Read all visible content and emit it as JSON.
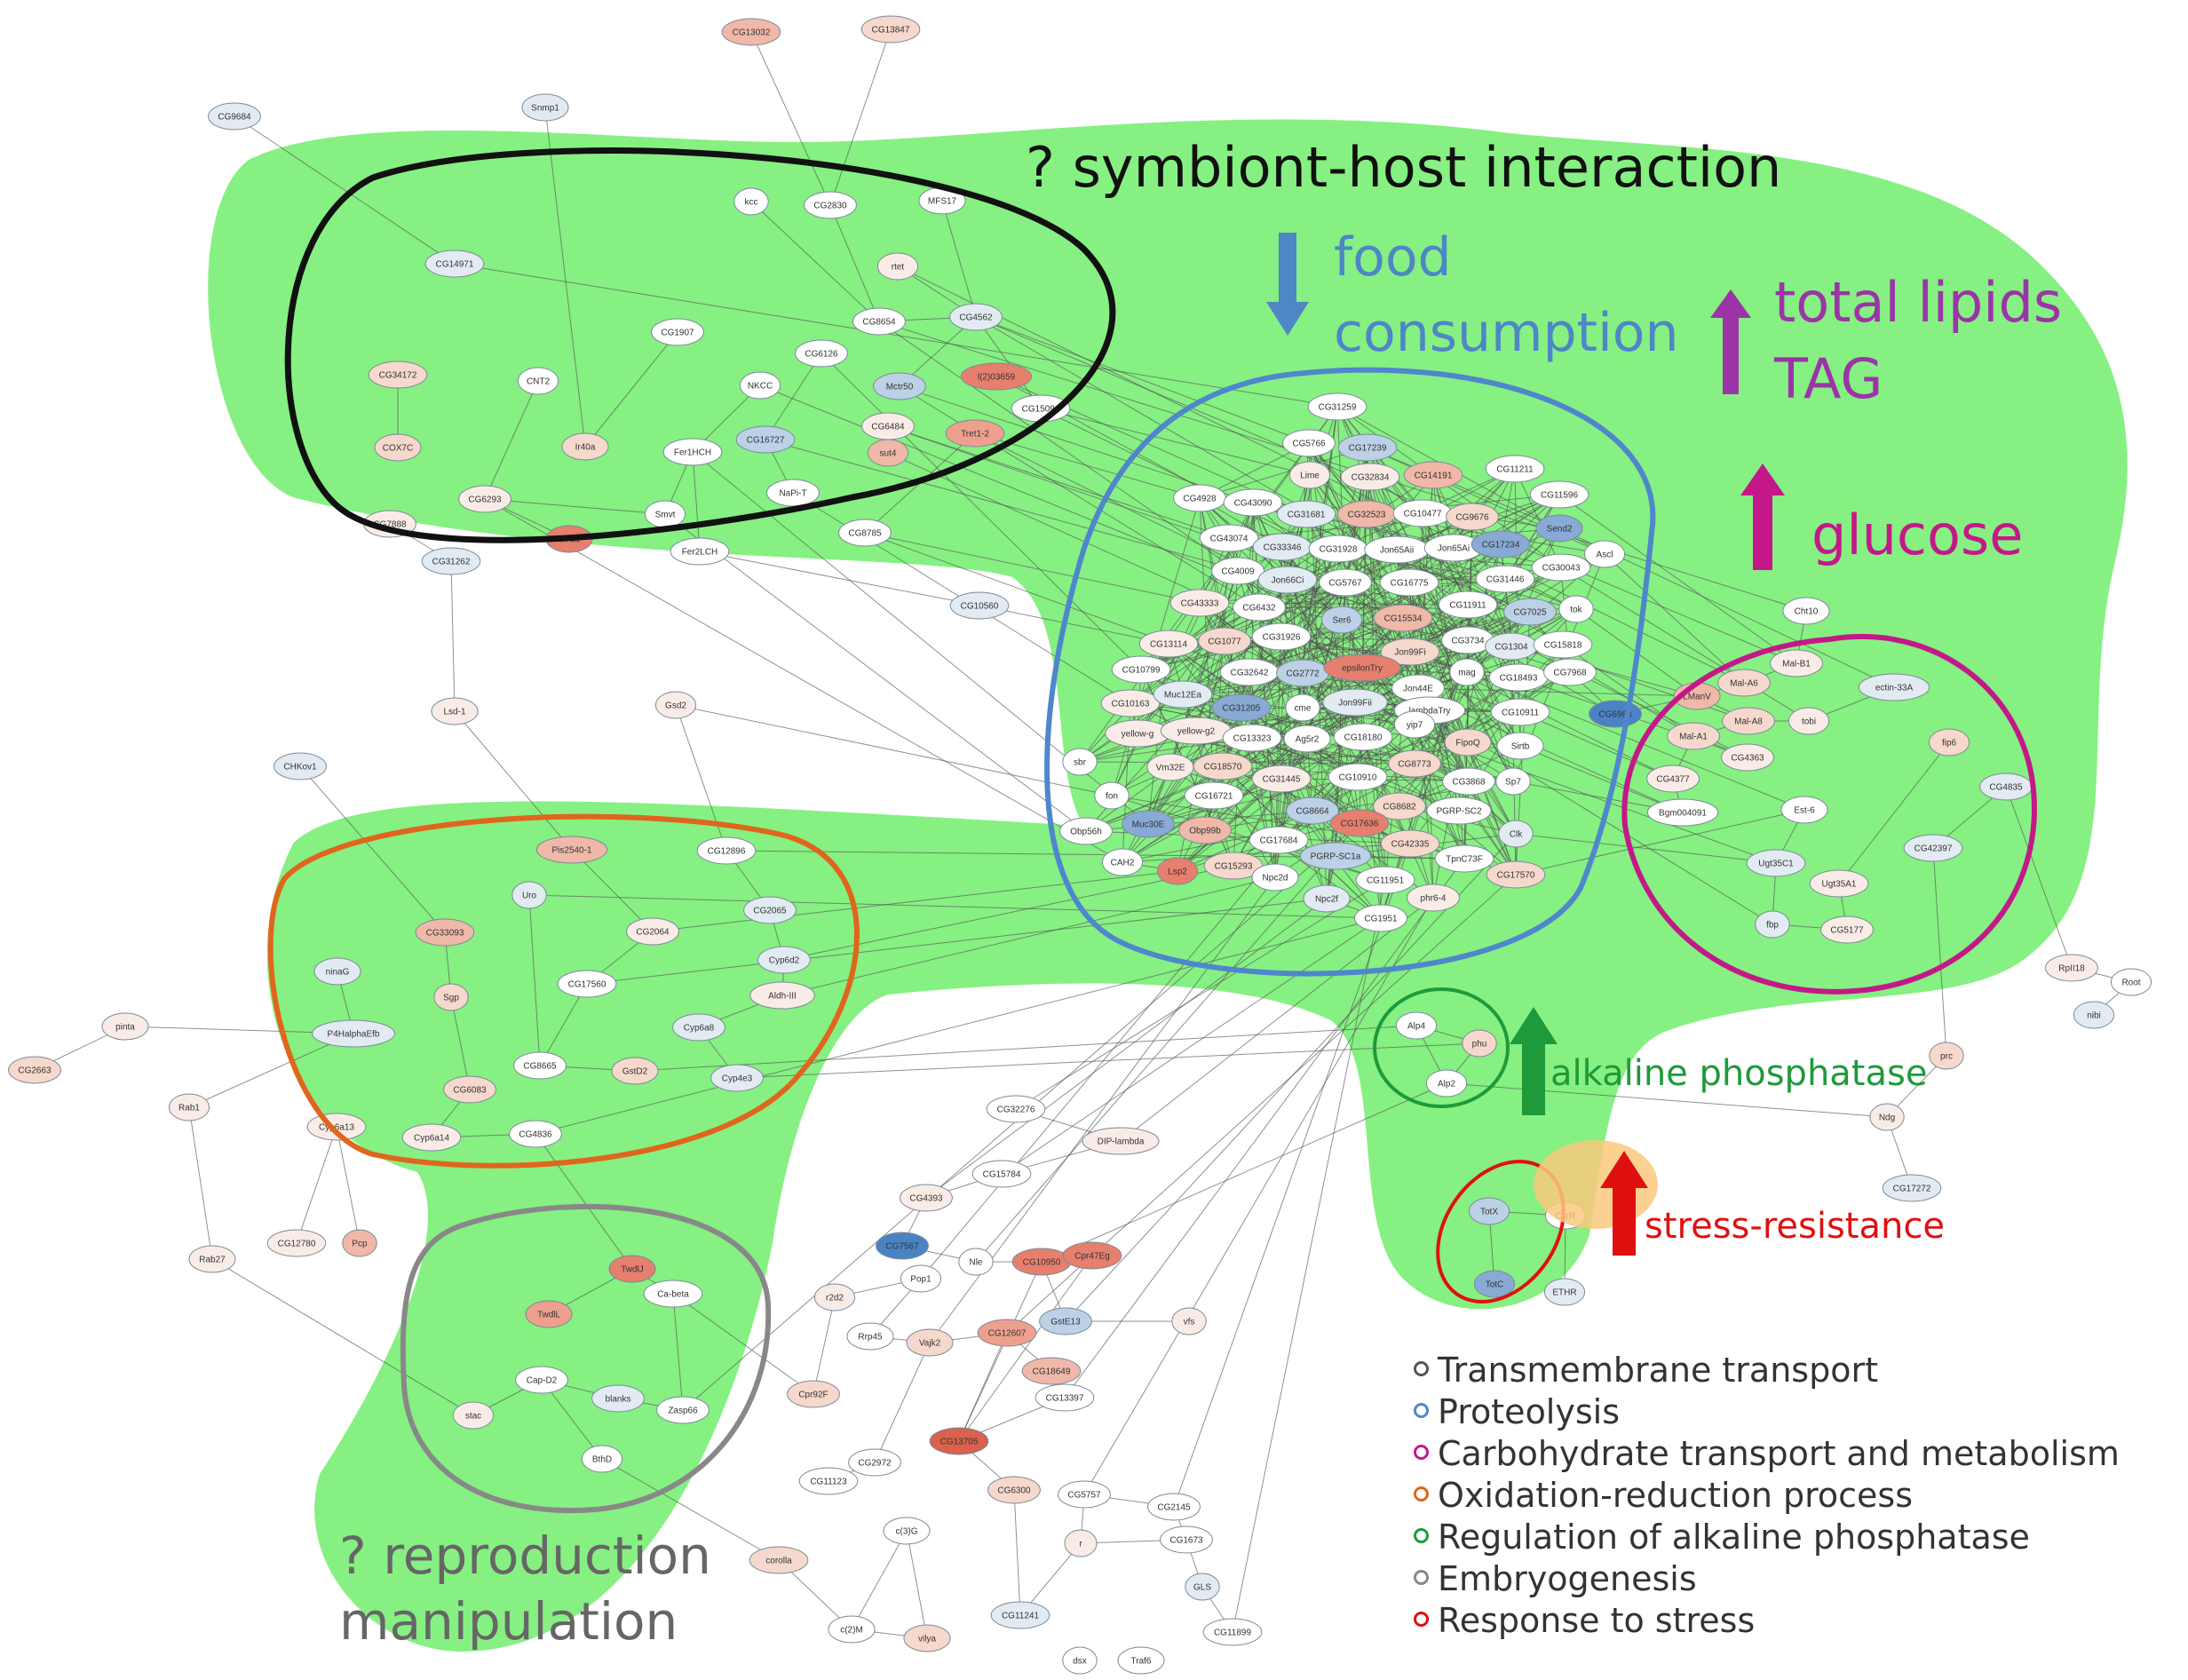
{
  "annotations": {
    "symbiont": "? symbiont-host interaction",
    "food_line1": "food",
    "food_line2": "consumption",
    "lipids_line1": "total lipids",
    "lipids_line2": "TAG",
    "glucose": "glucose",
    "alkaline": "alkaline phosphatase",
    "stress": "stress-resistance",
    "reproduction_line1": "? reproduction",
    "reproduction_line2": "manipulation"
  },
  "colors": {
    "background_region": "#86f082",
    "transmembrane_transport": "#111111",
    "proteolysis": "#4f86cc",
    "carbohydrate": "#c4188a",
    "oxidation_reduction": "#e0651d",
    "alkaline_phosphatase": "#1f9a3a",
    "embryogenesis": "#888888",
    "stress": "#e01010",
    "arrow_food": "#4e86c6",
    "arrow_lipids": "#9b34a8",
    "arrow_glucose": "#c4188a",
    "arrow_alkaline": "#1f9a3a",
    "arrow_stress": "#e01010"
  },
  "legend": [
    {
      "label": "Transmembrane transport",
      "color": "#555555"
    },
    {
      "label": "Proteolysis",
      "color": "#4f86cc"
    },
    {
      "label": "Carbohydrate transport and metabolism",
      "color": "#c4188a"
    },
    {
      "label": "Oxidation-reduction process",
      "color": "#e0651d"
    },
    {
      "label": "Regulation of alkaline phosphatase",
      "color": "#1f9a3a"
    },
    {
      "label": "Embryogenesis",
      "color": "#888888"
    },
    {
      "label": "Response to stress",
      "color": "#e01010"
    }
  ],
  "nodes": [
    {
      "label": "CG13032",
      "color": "#f0b8a8"
    },
    {
      "label": "CG13847",
      "color": "#f6d8cc"
    },
    {
      "label": "CG9684",
      "color": "#e3ebf2"
    },
    {
      "label": "Snmp1",
      "color": "#e3ebf2"
    },
    {
      "label": "kcc",
      "color": "#ffffff"
    },
    {
      "label": "CG2830",
      "color": "#ffffff"
    },
    {
      "label": "MFS17",
      "color": "#ffffff"
    },
    {
      "label": "CG14971",
      "color": "#e3ebf2"
    },
    {
      "label": "rtet",
      "color": "#f9ece6"
    },
    {
      "label": "CG1907",
      "color": "#ffffff"
    },
    {
      "label": "CG8654",
      "color": "#ffffff"
    },
    {
      "label": "CG4562",
      "color": "#e3ebf2"
    },
    {
      "label": "CG34172",
      "color": "#f6d8cc"
    },
    {
      "label": "CNT2",
      "color": "#ffffff"
    },
    {
      "label": "CG6126",
      "color": "#ffffff"
    },
    {
      "label": "NKCC",
      "color": "#ffffff"
    },
    {
      "label": "Mctr50",
      "color": "#bcd0e6"
    },
    {
      "label": "l(2)03659",
      "color": "#e77f6e"
    },
    {
      "label": "CG15096",
      "color": "#ffffff"
    },
    {
      "label": "CG6484",
      "color": "#f9ece6"
    },
    {
      "label": "Tret1-2",
      "color": "#eea08e"
    },
    {
      "label": "COX7C",
      "color": "#f6d8cc"
    },
    {
      "label": "Ir40a",
      "color": "#f6d8cc"
    },
    {
      "label": "Fer1HCH",
      "color": "#ffffff"
    },
    {
      "label": "CG16727",
      "color": "#bcd0e6"
    },
    {
      "label": "sut4",
      "color": "#f0b8a8"
    },
    {
      "label": "NaPi-T",
      "color": "#ffffff"
    },
    {
      "label": "CG6293",
      "color": "#f9ece6"
    },
    {
      "label": "Smvt",
      "color": "#ffffff"
    },
    {
      "label": "CG8785",
      "color": "#ffffff"
    },
    {
      "label": "CG7888",
      "color": "#f9ece6"
    },
    {
      "label": "Ir76a",
      "color": "#e77f6e"
    },
    {
      "label": "CG31262",
      "color": "#e3ebf2"
    },
    {
      "label": "Fer2LCH",
      "color": "#ffffff"
    },
    {
      "label": "CG10560",
      "color": "#e3ebf2"
    },
    {
      "label": "Lsd-1",
      "color": "#f9ece6"
    },
    {
      "label": "Gsd2",
      "color": "#f9ece6"
    },
    {
      "label": "CHKov1",
      "color": "#e3ebf2"
    },
    {
      "label": "Pis2540-1",
      "color": "#f0b8a8"
    },
    {
      "label": "CG12896",
      "color": "#ffffff"
    },
    {
      "label": "Uro",
      "color": "#e3ebf2"
    },
    {
      "label": "CG2065",
      "color": "#e3ebf2"
    },
    {
      "label": "CG33093",
      "color": "#f0b8a8"
    },
    {
      "label": "CG2064",
      "color": "#f9ece6"
    },
    {
      "label": "ninaG",
      "color": "#e3ebf2"
    },
    {
      "label": "Cyp6d2",
      "color": "#e3ebf2"
    },
    {
      "label": "Sgp",
      "color": "#f6d8cc"
    },
    {
      "label": "CG17560",
      "color": "#ffffff"
    },
    {
      "label": "Aldh-III",
      "color": "#f9ece6"
    },
    {
      "label": "P4HalphaEfb",
      "color": "#e3ebf2"
    },
    {
      "label": "Cyp6a8",
      "color": "#e3ebf2"
    },
    {
      "label": "pinta",
      "color": "#f9ece6"
    },
    {
      "label": "CG2663",
      "color": "#f6d8cc"
    },
    {
      "label": "CG8665",
      "color": "#ffffff"
    },
    {
      "label": "GstD2",
      "color": "#f6d8cc"
    },
    {
      "label": "Cyp4e3",
      "color": "#e3ebf2"
    },
    {
      "label": "CG6083",
      "color": "#f6d8cc"
    },
    {
      "label": "Rab1",
      "color": "#f9ece6"
    },
    {
      "label": "Cyp6a13",
      "color": "#f9ece6"
    },
    {
      "label": "Cyp6a14",
      "color": "#f9ece6"
    },
    {
      "label": "CG4836",
      "color": "#ffffff"
    },
    {
      "label": "CG12780",
      "color": "#f9ece6"
    },
    {
      "label": "Pcp",
      "color": "#f0b8a8"
    },
    {
      "label": "Rab27",
      "color": "#f9ece6"
    },
    {
      "label": "TwdlJ",
      "color": "#e77f6e"
    },
    {
      "label": "TwdlL",
      "color": "#eea08e"
    },
    {
      "label": "Ca-beta",
      "color": "#ffffff"
    },
    {
      "label": "Cap-D2",
      "color": "#ffffff"
    },
    {
      "label": "blanks",
      "color": "#e3ebf2"
    },
    {
      "label": "Zasp66",
      "color": "#ffffff"
    },
    {
      "label": "stac",
      "color": "#f9ece6"
    },
    {
      "label": "BthD",
      "color": "#ffffff"
    },
    {
      "label": "CG31259",
      "color": "#ffffff"
    },
    {
      "label": "CG5766",
      "color": "#ffffff"
    },
    {
      "label": "CG17239",
      "color": "#bcd0e6"
    },
    {
      "label": "Lime",
      "color": "#f9ece6"
    },
    {
      "label": "CG32834",
      "color": "#f9ece6"
    },
    {
      "label": "CG14191",
      "color": "#f0b8a8"
    },
    {
      "label": "CG11211",
      "color": "#ffffff"
    },
    {
      "label": "CG4928",
      "color": "#ffffff"
    },
    {
      "label": "CG43090",
      "color": "#ffffff"
    },
    {
      "label": "CG31681",
      "color": "#e3ebf2"
    },
    {
      "label": "CG32523",
      "color": "#f0b8a8"
    },
    {
      "label": "CG10477",
      "color": "#ffffff"
    },
    {
      "label": "CG9676",
      "color": "#f6d8cc"
    },
    {
      "label": "CG11596",
      "color": "#ffffff"
    },
    {
      "label": "CG43074",
      "color": "#ffffff"
    },
    {
      "label": "CG33346",
      "color": "#e3ebf2"
    },
    {
      "label": "CG31928",
      "color": "#ffffff"
    },
    {
      "label": "Jon65Aii",
      "color": "#ffffff"
    },
    {
      "label": "Jon65Ai",
      "color": "#ffffff"
    },
    {
      "label": "CG17234",
      "color": "#88aad4"
    },
    {
      "label": "Send2",
      "color": "#88aad4"
    },
    {
      "label": "CG4009",
      "color": "#ffffff"
    },
    {
      "label": "Jon66Ci",
      "color": "#e3ebf2"
    },
    {
      "label": "CG5767",
      "color": "#ffffff"
    },
    {
      "label": "CG16775",
      "color": "#ffffff"
    },
    {
      "label": "CG31446",
      "color": "#ffffff"
    },
    {
      "label": "CG30043",
      "color": "#ffffff"
    },
    {
      "label": "Ascl",
      "color": "#ffffff"
    },
    {
      "label": "CG43333",
      "color": "#f9ece6"
    },
    {
      "label": "CG6432",
      "color": "#ffffff"
    },
    {
      "label": "Ser6",
      "color": "#bcd0e6"
    },
    {
      "label": "CG15534",
      "color": "#f0b8a8"
    },
    {
      "label": "CG11911",
      "color": "#ffffff"
    },
    {
      "label": "CG7025",
      "color": "#bcd0e6"
    },
    {
      "label": "tok",
      "color": "#ffffff"
    },
    {
      "label": "CG13114",
      "color": "#f9ece6"
    },
    {
      "label": "CG1077",
      "color": "#f6d8cc"
    },
    {
      "label": "CG31926",
      "color": "#ffffff"
    },
    {
      "label": "Jon99Fi",
      "color": "#f6d8cc"
    },
    {
      "label": "CG3734",
      "color": "#ffffff"
    },
    {
      "label": "CG1304",
      "color": "#e3ebf2"
    },
    {
      "label": "CG15818",
      "color": "#ffffff"
    },
    {
      "label": "CG10799",
      "color": "#ffffff"
    },
    {
      "label": "CG32642",
      "color": "#ffffff"
    },
    {
      "label": "CG2772",
      "color": "#bcd0e6"
    },
    {
      "label": "epsilonTry",
      "color": "#e77f6e"
    },
    {
      "label": "Jon44E",
      "color": "#ffffff"
    },
    {
      "label": "mag",
      "color": "#ffffff"
    },
    {
      "label": "CG18493",
      "color": "#ffffff"
    },
    {
      "label": "CG7968",
      "color": "#ffffff"
    },
    {
      "label": "CG10163",
      "color": "#f9ece6"
    },
    {
      "label": "Muc12Ea",
      "color": "#e3ebf2"
    },
    {
      "label": "CG31205",
      "color": "#88aad4"
    },
    {
      "label": "cme",
      "color": "#ffffff"
    },
    {
      "label": "Jon99Fii",
      "color": "#e3ebf2"
    },
    {
      "label": "lambdaTry",
      "color": "#ffffff"
    },
    {
      "label": "CG10911",
      "color": "#ffffff"
    },
    {
      "label": "yellow-g",
      "color": "#f9ece6"
    },
    {
      "label": "yellow-g2",
      "color": "#f9ece6"
    },
    {
      "label": "CG13323",
      "color": "#ffffff"
    },
    {
      "label": "Ag5r2",
      "color": "#ffffff"
    },
    {
      "label": "CG18180",
      "color": "#ffffff"
    },
    {
      "label": "yip7",
      "color": "#ffffff"
    },
    {
      "label": "FipoQ",
      "color": "#f6d8cc"
    },
    {
      "label": "Sirtb",
      "color": "#ffffff"
    },
    {
      "label": "sbr",
      "color": "#ffffff"
    },
    {
      "label": "Vm32E",
      "color": "#f9ece6"
    },
    {
      "label": "CG18570",
      "color": "#f6d8cc"
    },
    {
      "label": "CG31445",
      "color": "#f9ece6"
    },
    {
      "label": "CG10910",
      "color": "#ffffff"
    },
    {
      "label": "CG8773",
      "color": "#f6d8cc"
    },
    {
      "label": "CG3868",
      "color": "#ffffff"
    },
    {
      "label": "Sp7",
      "color": "#ffffff"
    },
    {
      "label": "fon",
      "color": "#ffffff"
    },
    {
      "label": "CG16721",
      "color": "#ffffff"
    },
    {
      "label": "CG8664",
      "color": "#bcd0e6"
    },
    {
      "label": "CG8682",
      "color": "#f6d8cc"
    },
    {
      "label": "PGRP-SC2",
      "color": "#ffffff"
    },
    {
      "label": "Obp56h",
      "color": "#ffffff"
    },
    {
      "label": "Muc30E",
      "color": "#88aad4"
    },
    {
      "label": "Obp99b",
      "color": "#f0b8a8"
    },
    {
      "label": "CG17684",
      "color": "#ffffff"
    },
    {
      "label": "CG17636",
      "color": "#e77f6e"
    },
    {
      "label": "CG42335",
      "color": "#f6d8cc"
    },
    {
      "label": "Clk",
      "color": "#e3ebf2"
    },
    {
      "label": "CAH2",
      "color": "#ffffff"
    },
    {
      "label": "Lsp2",
      "color": "#e77f6e"
    },
    {
      "label": "CG15293",
      "color": "#f6d8cc"
    },
    {
      "label": "Npc2d",
      "color": "#ffffff"
    },
    {
      "label": "PGRP-SC1a",
      "color": "#bcd0e6"
    },
    {
      "label": "CG11951",
      "color": "#ffffff"
    },
    {
      "label": "TpnC73F",
      "color": "#ffffff"
    },
    {
      "label": "CG17570",
      "color": "#f6d8cc"
    },
    {
      "label": "Npc2f",
      "color": "#e3ebf2"
    },
    {
      "label": "phr6-4",
      "color": "#f9ece6"
    },
    {
      "label": "CG1951",
      "color": "#ffffff"
    },
    {
      "label": "Cht10",
      "color": "#ffffff"
    },
    {
      "label": "Mal-B1",
      "color": "#f9ece6"
    },
    {
      "label": "Mal-A6",
      "color": "#f6d8cc"
    },
    {
      "label": "ectin-33A",
      "color": "#e3ebf2"
    },
    {
      "label": "LManV",
      "color": "#f0b8a8"
    },
    {
      "label": "Mal-A8",
      "color": "#f6d8cc"
    },
    {
      "label": "tobi",
      "color": "#f9ece6"
    },
    {
      "label": "CG6983",
      "color": "#4a83c4"
    },
    {
      "label": "Mal-A1",
      "color": "#f6d8cc"
    },
    {
      "label": "CG4363",
      "color": "#f9ece6"
    },
    {
      "label": "fip6",
      "color": "#f6d8cc"
    },
    {
      "label": "CG4377",
      "color": "#f9ece6"
    },
    {
      "label": "CG4835",
      "color": "#e3ebf2"
    },
    {
      "label": "Bgm004091",
      "color": "#ffffff"
    },
    {
      "label": "Est-6",
      "color": "#ffffff"
    },
    {
      "label": "CG42397",
      "color": "#e3ebf2"
    },
    {
      "label": "Ugt35C1",
      "color": "#e3ebf2"
    },
    {
      "label": "Ugt35A1",
      "color": "#f9ece6"
    },
    {
      "label": "fbp",
      "color": "#e3ebf2"
    },
    {
      "label": "CG5177",
      "color": "#f9ece6"
    },
    {
      "label": "RpII18",
      "color": "#f9ece6"
    },
    {
      "label": "Root",
      "color": "#ffffff"
    },
    {
      "label": "nibi",
      "color": "#e3ebf2"
    },
    {
      "label": "Alp4",
      "color": "#ffffff"
    },
    {
      "label": "phu",
      "color": "#f6d8cc"
    },
    {
      "label": "Alp2",
      "color": "#ffffff"
    },
    {
      "label": "prc",
      "color": "#f6d8cc"
    },
    {
      "label": "Ndg",
      "color": "#f9ece6"
    },
    {
      "label": "CG17272",
      "color": "#e3ebf2"
    },
    {
      "label": "TotX",
      "color": "#bcd0e6"
    },
    {
      "label": "CrzR",
      "color": "#ffffff"
    },
    {
      "label": "TotC",
      "color": "#88aad4"
    },
    {
      "label": "ETHR",
      "color": "#e3ebf2"
    },
    {
      "label": "CG32276",
      "color": "#ffffff"
    },
    {
      "label": "DIP-lambda",
      "color": "#f9ece6"
    },
    {
      "label": "CG15784",
      "color": "#ffffff"
    },
    {
      "label": "CG4393",
      "color": "#f9ece6"
    },
    {
      "label": "CG7567",
      "color": "#4a83c4"
    },
    {
      "label": "Nle",
      "color": "#ffffff"
    },
    {
      "label": "CG10950",
      "color": "#e77f6e"
    },
    {
      "label": "Cpr47Eg",
      "color": "#e77f6e"
    },
    {
      "label": "Pop1",
      "color": "#ffffff"
    },
    {
      "label": "r2d2",
      "color": "#f9ece6"
    },
    {
      "label": "GstE13",
      "color": "#bcd0e6"
    },
    {
      "label": "vfs",
      "color": "#f9ece6"
    },
    {
      "label": "Rrp45",
      "color": "#ffffff"
    },
    {
      "label": "Vajk2",
      "color": "#f6d8cc"
    },
    {
      "label": "CG12607",
      "color": "#eea08e"
    },
    {
      "label": "CG18649",
      "color": "#f0b8a8"
    },
    {
      "label": "Cpr92F",
      "color": "#f6d8cc"
    },
    {
      "label": "CG13397",
      "color": "#ffffff"
    },
    {
      "label": "CG2972",
      "color": "#ffffff"
    },
    {
      "label": "CG13705",
      "color": "#d9614e"
    },
    {
      "label": "CG11123",
      "color": "#ffffff"
    },
    {
      "label": "CG6300",
      "color": "#f6d8cc"
    },
    {
      "label": "CG5757",
      "color": "#ffffff"
    },
    {
      "label": "CG2145",
      "color": "#ffffff"
    },
    {
      "label": "c(3)G",
      "color": "#ffffff"
    },
    {
      "label": "r",
      "color": "#f9ece6"
    },
    {
      "label": "CG1673",
      "color": "#ffffff"
    },
    {
      "label": "corolla",
      "color": "#f6d8cc"
    },
    {
      "label": "GLS",
      "color": "#e3ebf2"
    },
    {
      "label": "c(2)M",
      "color": "#ffffff"
    },
    {
      "label": "vilya",
      "color": "#f6d8cc"
    },
    {
      "label": "CG11241",
      "color": "#e3ebf2"
    },
    {
      "label": "CG11899",
      "color": "#ffffff"
    },
    {
      "label": "dsx",
      "color": "#ffffff"
    },
    {
      "label": "Traf6",
      "color": "#ffffff"
    }
  ]
}
